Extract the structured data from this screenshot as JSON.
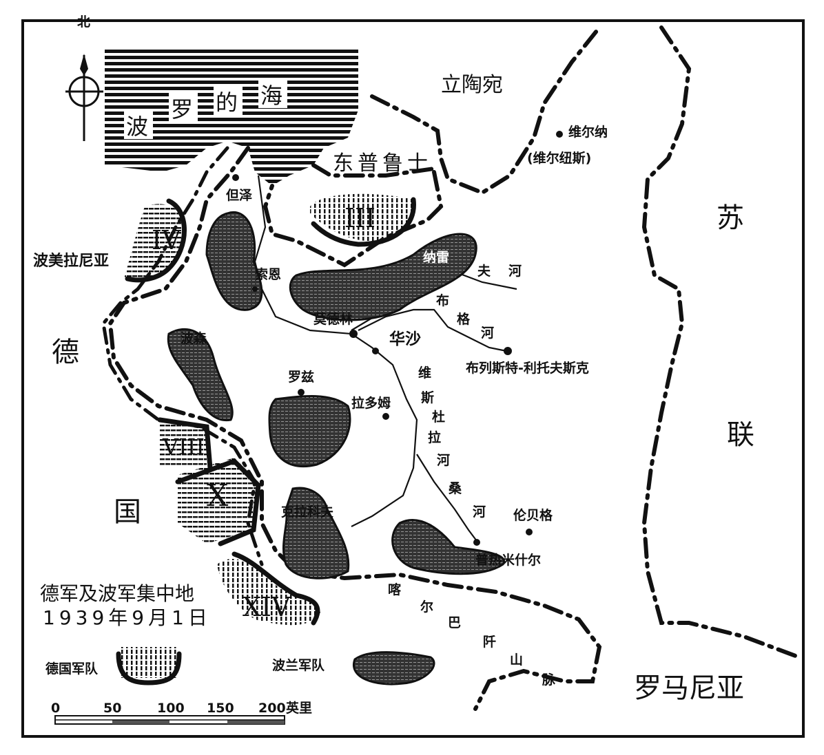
{
  "map": {
    "compass_label": "北",
    "sea": [
      "波",
      "罗",
      "的",
      "海"
    ],
    "countries": {
      "lithuania": "立陶宛",
      "east_prussia": "东普鲁士",
      "pomerania": "波美拉尼亚",
      "germany": [
        "德",
        "国"
      ],
      "ussr": [
        "苏",
        "联"
      ],
      "romania": "罗马尼亚"
    },
    "cities": {
      "vilna": "维尔纳",
      "vilnius": "(维尔纽斯)",
      "danzig": "但泽",
      "thorn": "索恩",
      "modlin": "莫德林",
      "warsaw": "华沙",
      "brest": "布列斯特-利托夫斯克",
      "poznan": "波森",
      "lodz": "罗兹",
      "radom": "拉多姆",
      "krakow": "克拉科夫",
      "lemberg": "伦贝格",
      "przemysl": "普热米什尔"
    },
    "rivers": {
      "narew": [
        "纳雷",
        "夫",
        "河"
      ],
      "bug": [
        "布",
        "格",
        "河"
      ],
      "vistula": [
        "维",
        "斯",
        "杜",
        "拉",
        "河"
      ],
      "san": [
        "桑",
        "河"
      ]
    },
    "mountains": [
      "喀",
      "尔",
      "巴",
      "阡",
      "山",
      "脉"
    ],
    "german_armies": [
      "III",
      "IV",
      "VIII",
      "X",
      "XIV"
    ],
    "title": "德军及波军集中地",
    "date": "1939年9月1日",
    "legend": {
      "german": "德国军队",
      "polish": "波兰军队"
    },
    "scale": {
      "ticks": [
        "0",
        "50",
        "100",
        "150",
        "200"
      ],
      "unit": "英里"
    }
  }
}
